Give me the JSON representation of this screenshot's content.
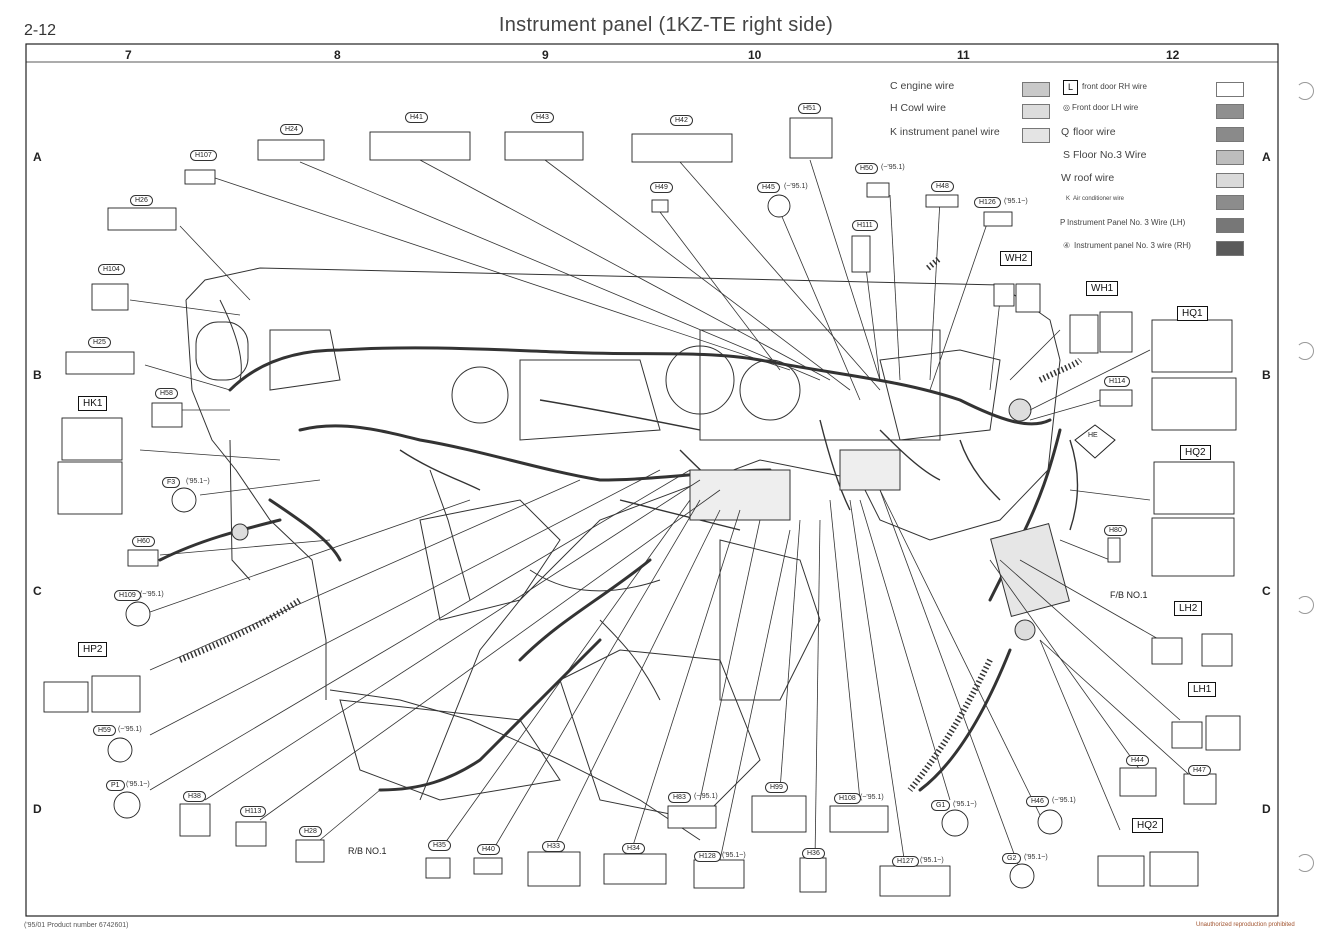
{
  "header": {
    "page_number": "2-12",
    "title": "Instrument panel (1KZ-TE right side)"
  },
  "columns": [
    "7",
    "8",
    "9",
    "10",
    "11",
    "12"
  ],
  "rows": [
    "A",
    "B",
    "C",
    "D"
  ],
  "legend": [
    {
      "label": "C engine wire",
      "color": "#c9c9c9"
    },
    {
      "label": "H Cowl wire",
      "color": "#dcdcdc"
    },
    {
      "label": "K instrument panel wire",
      "color": "#e4e4e4"
    },
    {
      "label": "front door RH wire",
      "color": "#ffffff",
      "boxed": "L"
    },
    {
      "label": "Front door LH wire",
      "color": "#8f8f8f",
      "prefix": "◎"
    },
    {
      "label": "floor wire",
      "color": "#8a8a8a",
      "prefix": "Q"
    },
    {
      "label": "Floor No.3 Wire",
      "color": "#bdbdbd",
      "prefix": "S"
    },
    {
      "label": "roof wire",
      "color": "#dadada",
      "prefix": "W"
    },
    {
      "label": "Air conditioner wire",
      "color": "#8c8c8c",
      "prefix": "K"
    },
    {
      "label": "Instrument Panel No. 3 Wire (LH)",
      "color": "#777777",
      "prefix": "P"
    },
    {
      "label": "Instrument panel No. 3 wire (RH)",
      "color": "#5a5a5a",
      "prefix": "④"
    }
  ],
  "connectors": [
    "H107",
    "H24",
    "H41",
    "H43",
    "H42",
    "H51",
    "H26",
    "H49",
    "H45",
    "H50",
    "H48",
    "H126",
    "H111",
    "WH2",
    "H104",
    "WH1",
    "HQ1",
    "H25",
    "H58",
    "H114",
    "HK1",
    "F3",
    "HQ2",
    "H60",
    "H80",
    "H109",
    "LH2",
    "HP2",
    "LH1",
    "H59",
    "P1",
    "H44",
    "H47",
    "H38",
    "H113",
    "H28",
    "H83",
    "H99",
    "H108",
    "G1",
    "H46",
    "HQ2",
    "H35",
    "H40",
    "H33",
    "H34",
    "H128",
    "H36",
    "H127",
    "G2"
  ],
  "notes": {
    "h45": "(~'95.1)",
    "h50": "(~'95.1)",
    "h126": "('95.1~)",
    "f3": "('95.1~)",
    "h109": "(~'95.1)",
    "h59": "(~'95.1)",
    "p1": "('95.1~)",
    "h83": "(~'95.1)",
    "h108": "(~'95.1)",
    "g1": "('95.1~)",
    "h46": "(~'95.1)",
    "h128": "('95.1~)",
    "h127": "('95.1~)",
    "g2": "('95.1~)"
  },
  "labels": {
    "fb": "F/B NO.1",
    "rb": "R/B NO.1",
    "he": "HE"
  },
  "footer": {
    "left": "('95/01 Product number 6742601)",
    "right": "Unauthorized reproduction prohibited"
  }
}
